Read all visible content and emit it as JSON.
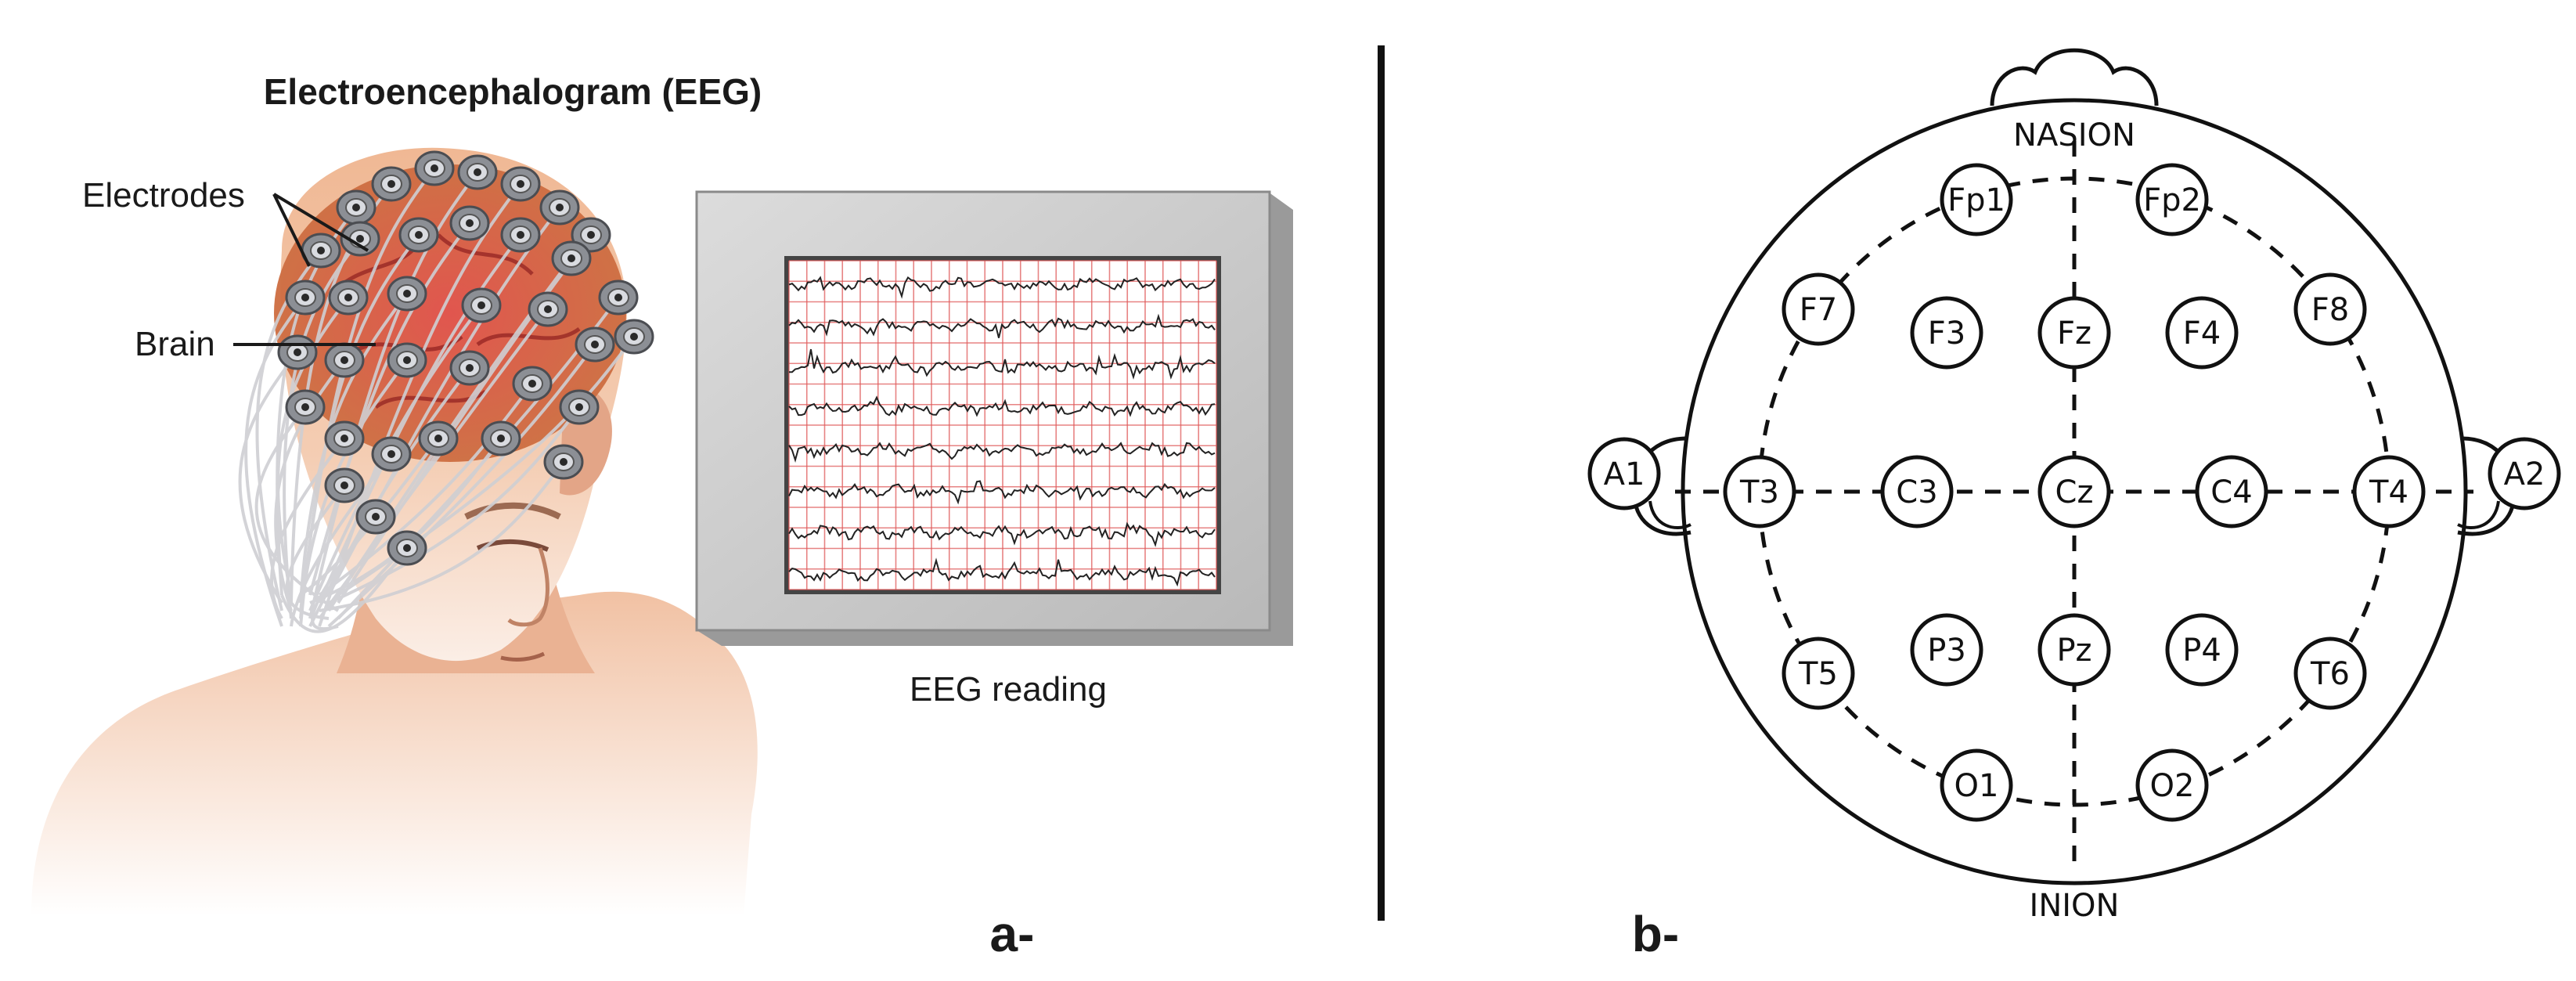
{
  "panel_a": {
    "title": "Electroencephalogram (EEG)",
    "callout_electrodes": "Electrodes",
    "callout_brain": "Brain",
    "monitor_caption": "EEG reading",
    "panel_label": "a-",
    "trace_count": 8
  },
  "panel_b": {
    "nasion_label": "NASION",
    "inion_label": "INION",
    "panel_label": "b-",
    "electrodes": [
      "Fp1",
      "Fp2",
      "F7",
      "F3",
      "Fz",
      "F4",
      "F8",
      "A1",
      "T3",
      "C3",
      "Cz",
      "C4",
      "T4",
      "A2",
      "T5",
      "P3",
      "Pz",
      "P4",
      "T6",
      "O1",
      "O2"
    ]
  },
  "colors": {
    "grid_red": "#e05a5a",
    "skin": "#f2c7a8",
    "brain": "#d8453f",
    "electrode_gray": "#8c8f95",
    "ink": "#1a1a1a"
  }
}
